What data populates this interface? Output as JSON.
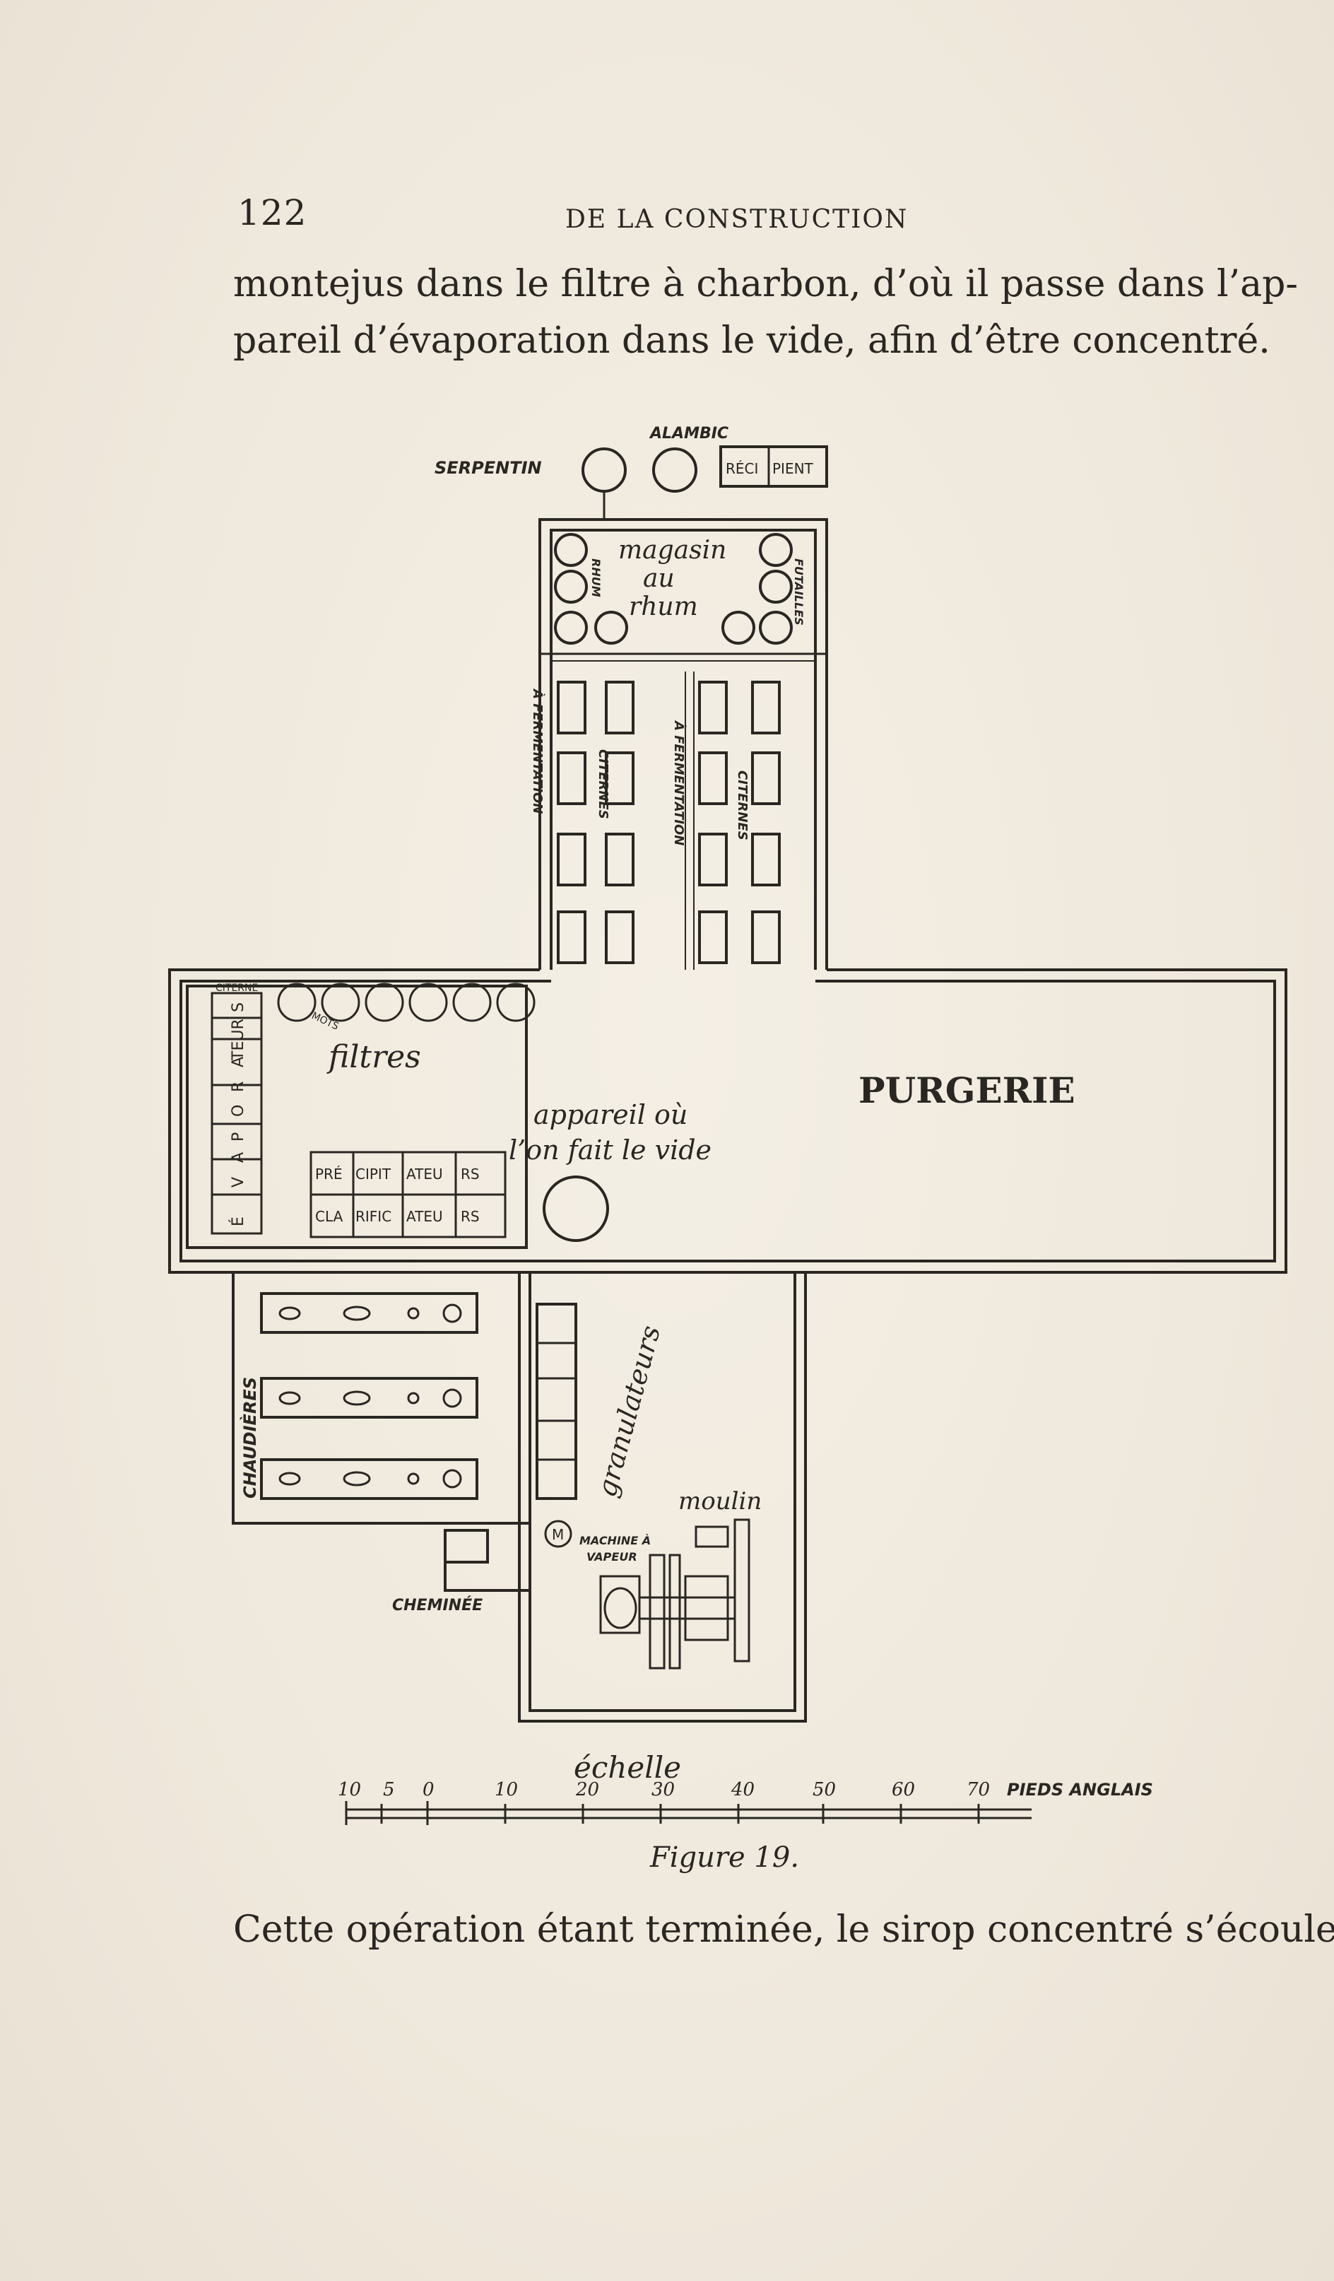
{
  "header": {
    "page_number": "122",
    "running_title": "DE LA CONSTRUCTION"
  },
  "body": {
    "line1": "montejus dans le filtre à charbon, d’où il passe dans l’ap-",
    "line2": "pareil d’évaporation dans le vide, afin d’être concentré.",
    "last_line": "Cette opération étant terminée, le sirop concentré s’écoule"
  },
  "figure": {
    "caption": "Figure 19.",
    "labels": {
      "alambic": "ALAMBIC",
      "serpentin": "SERPENTIN",
      "recipient_a": "RÉCI",
      "recipient_b": "PIENT",
      "magasin_1": "magasin",
      "magasin_2": "au",
      "magasin_3": "rhum",
      "rhum": "RHUM",
      "futailles": "FUTAILLES",
      "fermentation_left": "À FERMENTATION",
      "citernes_left": "CITERNES",
      "fermentation_right": "À FERMENTATION",
      "citernes_right": "CITERNES",
      "citerne_small": "CITERNE",
      "mots": "MOTS",
      "filtres": "filtres",
      "evaporateurs": [
        "É",
        "V",
        "A",
        "P",
        "O",
        "R",
        "A",
        "TEUR",
        "S"
      ],
      "precipitateurs": [
        "PRÉ",
        "CIPIT",
        "ATEU",
        "RS"
      ],
      "clarificateurs": [
        "CLA",
        "RIFIC",
        "ATEU",
        "RS"
      ],
      "appareil_1": "appareil où",
      "appareil_2": "l’on fait le vide",
      "purgerie": "PURGERIE",
      "chaudieres": "CHAUDIÈRES",
      "granulateurs": "granulateurs",
      "moulin": "moulin",
      "machine_m": "M",
      "machine_1": "MACHINE À",
      "machine_2": "VAPEUR",
      "cheminee": "CHEMINÉE"
    },
    "scale": {
      "title": "échelle",
      "ticks": [
        "10",
        "5",
        "0",
        "10",
        "20",
        "30",
        "40",
        "50",
        "60",
        "70"
      ],
      "unit": "PIEDS ANGLAIS"
    }
  }
}
